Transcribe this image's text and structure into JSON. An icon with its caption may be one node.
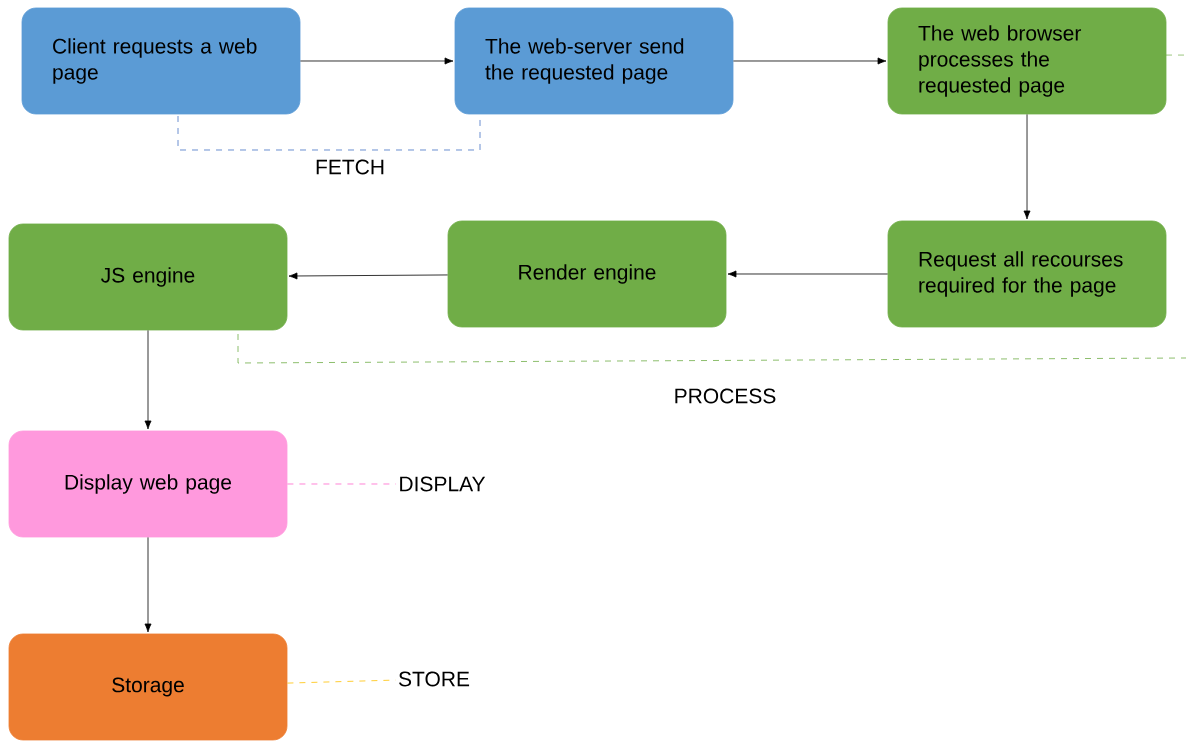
{
  "diagram": {
    "nodes": [
      {
        "text": [
          "Client requests a web page"
        ]
      },
      {
        "text": [
          "The web-server send the requested page"
        ]
      },
      {
        "text": [
          "The web browser processes the requested page"
        ]
      },
      {
        "text": [
          "Request all recourses required for the page"
        ]
      },
      {
        "text": [
          "Render engine"
        ]
      },
      {
        "text": [
          "JS engine"
        ]
      },
      {
        "text": [
          "Display web page"
        ]
      },
      {
        "text": [
          "Storage"
        ]
      },
      {
        "text": [
          "DISPLAY"
        ]
      },
      {
        "text": [
          "STORE"
        ]
      }
    ],
    "edges": [
      {
        "from": 0,
        "to": 1,
        "arrow": "to"
      },
      {
        "from": 1,
        "to": 2,
        "arrow": "to"
      },
      {
        "from": 2,
        "to": 3,
        "arrow": "to"
      },
      {
        "from": 3,
        "to": 4,
        "arrow": "to"
      },
      {
        "from": 4,
        "to": 5,
        "arrow": "to"
      },
      {
        "from": 5,
        "to": 6,
        "arrow": "to"
      },
      {
        "from": 6,
        "to": 7,
        "arrow": "to"
      },
      {
        "from": 6,
        "to": 8,
        "arrow": "none",
        "style": "dashed",
        "color": "#ff66cc"
      },
      {
        "from": 7,
        "to": 9,
        "arrow": "none",
        "style": "dashed",
        "color": "#ffc000"
      }
    ],
    "labels": [
      "FETCH",
      "PROCESS"
    ]
  }
}
